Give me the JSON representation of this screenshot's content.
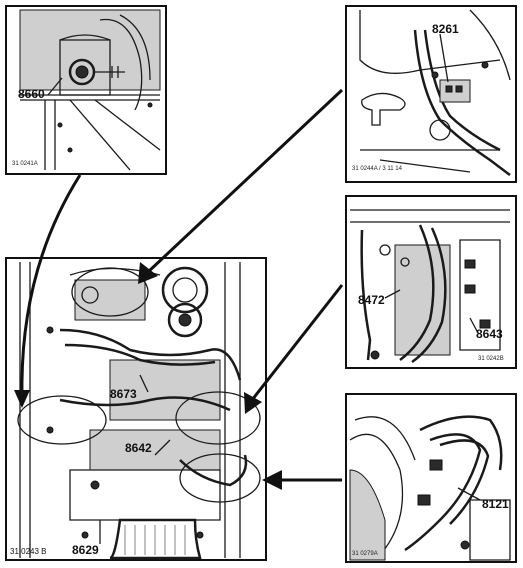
{
  "panels": {
    "top_left": {
      "ref": "8660",
      "code": "31 0241A"
    },
    "top_right": {
      "ref": "8261",
      "code": "31 0244A / 3 11 14"
    },
    "middle_right": {
      "refs": [
        "8472",
        "8643"
      ],
      "code": "31 0242B"
    },
    "bottom_right": {
      "ref": "8121",
      "code": "31 0279A"
    },
    "main": {
      "refs": [
        "8673",
        "8642",
        "8629"
      ],
      "code": "31 0243 B"
    }
  },
  "colors": {
    "ink": "#1a1a1a",
    "background": "#ffffff"
  }
}
